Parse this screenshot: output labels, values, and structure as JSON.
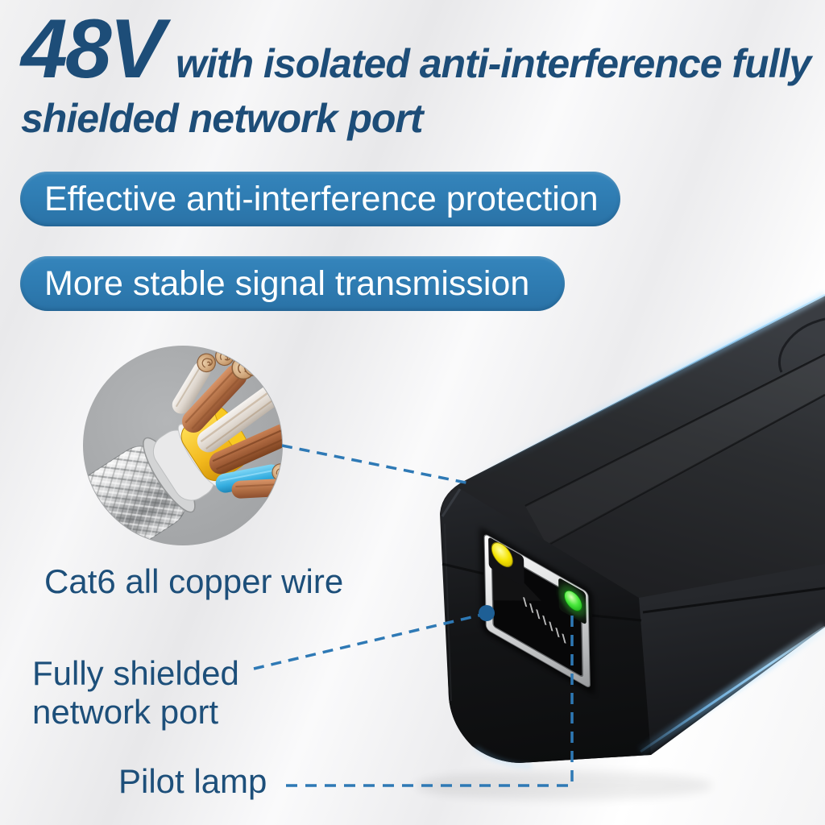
{
  "header": {
    "voltage": "48V",
    "headline_rest": "with isolated anti-interference fully",
    "headline_line2": "shielded network port"
  },
  "feature_badges": [
    {
      "label": "Effective anti-interference protection"
    },
    {
      "label": "More stable signal transmission"
    }
  ],
  "callouts": {
    "cable": {
      "label": "Cat6 all copper wire"
    },
    "port": {
      "line1": "Fully shielded",
      "line2": "network port"
    },
    "pilot": {
      "label": "Pilot lamp"
    }
  },
  "device": {
    "type": "PoE adapter with RJ45 network port",
    "leds": [
      {
        "name": "status-led-yellow",
        "color": "#f2e300"
      },
      {
        "name": "pilot-lamp-led-green",
        "color": "#3ae23a"
      }
    ],
    "edge_glow_color": "#7fccff"
  },
  "colors": {
    "headline_text": "#1d4d78",
    "badge_background": "#2f7cb2",
    "badge_text": "#ffffff",
    "callout_line": "#2e79b5",
    "inset_circle_background": "#a9abad"
  }
}
